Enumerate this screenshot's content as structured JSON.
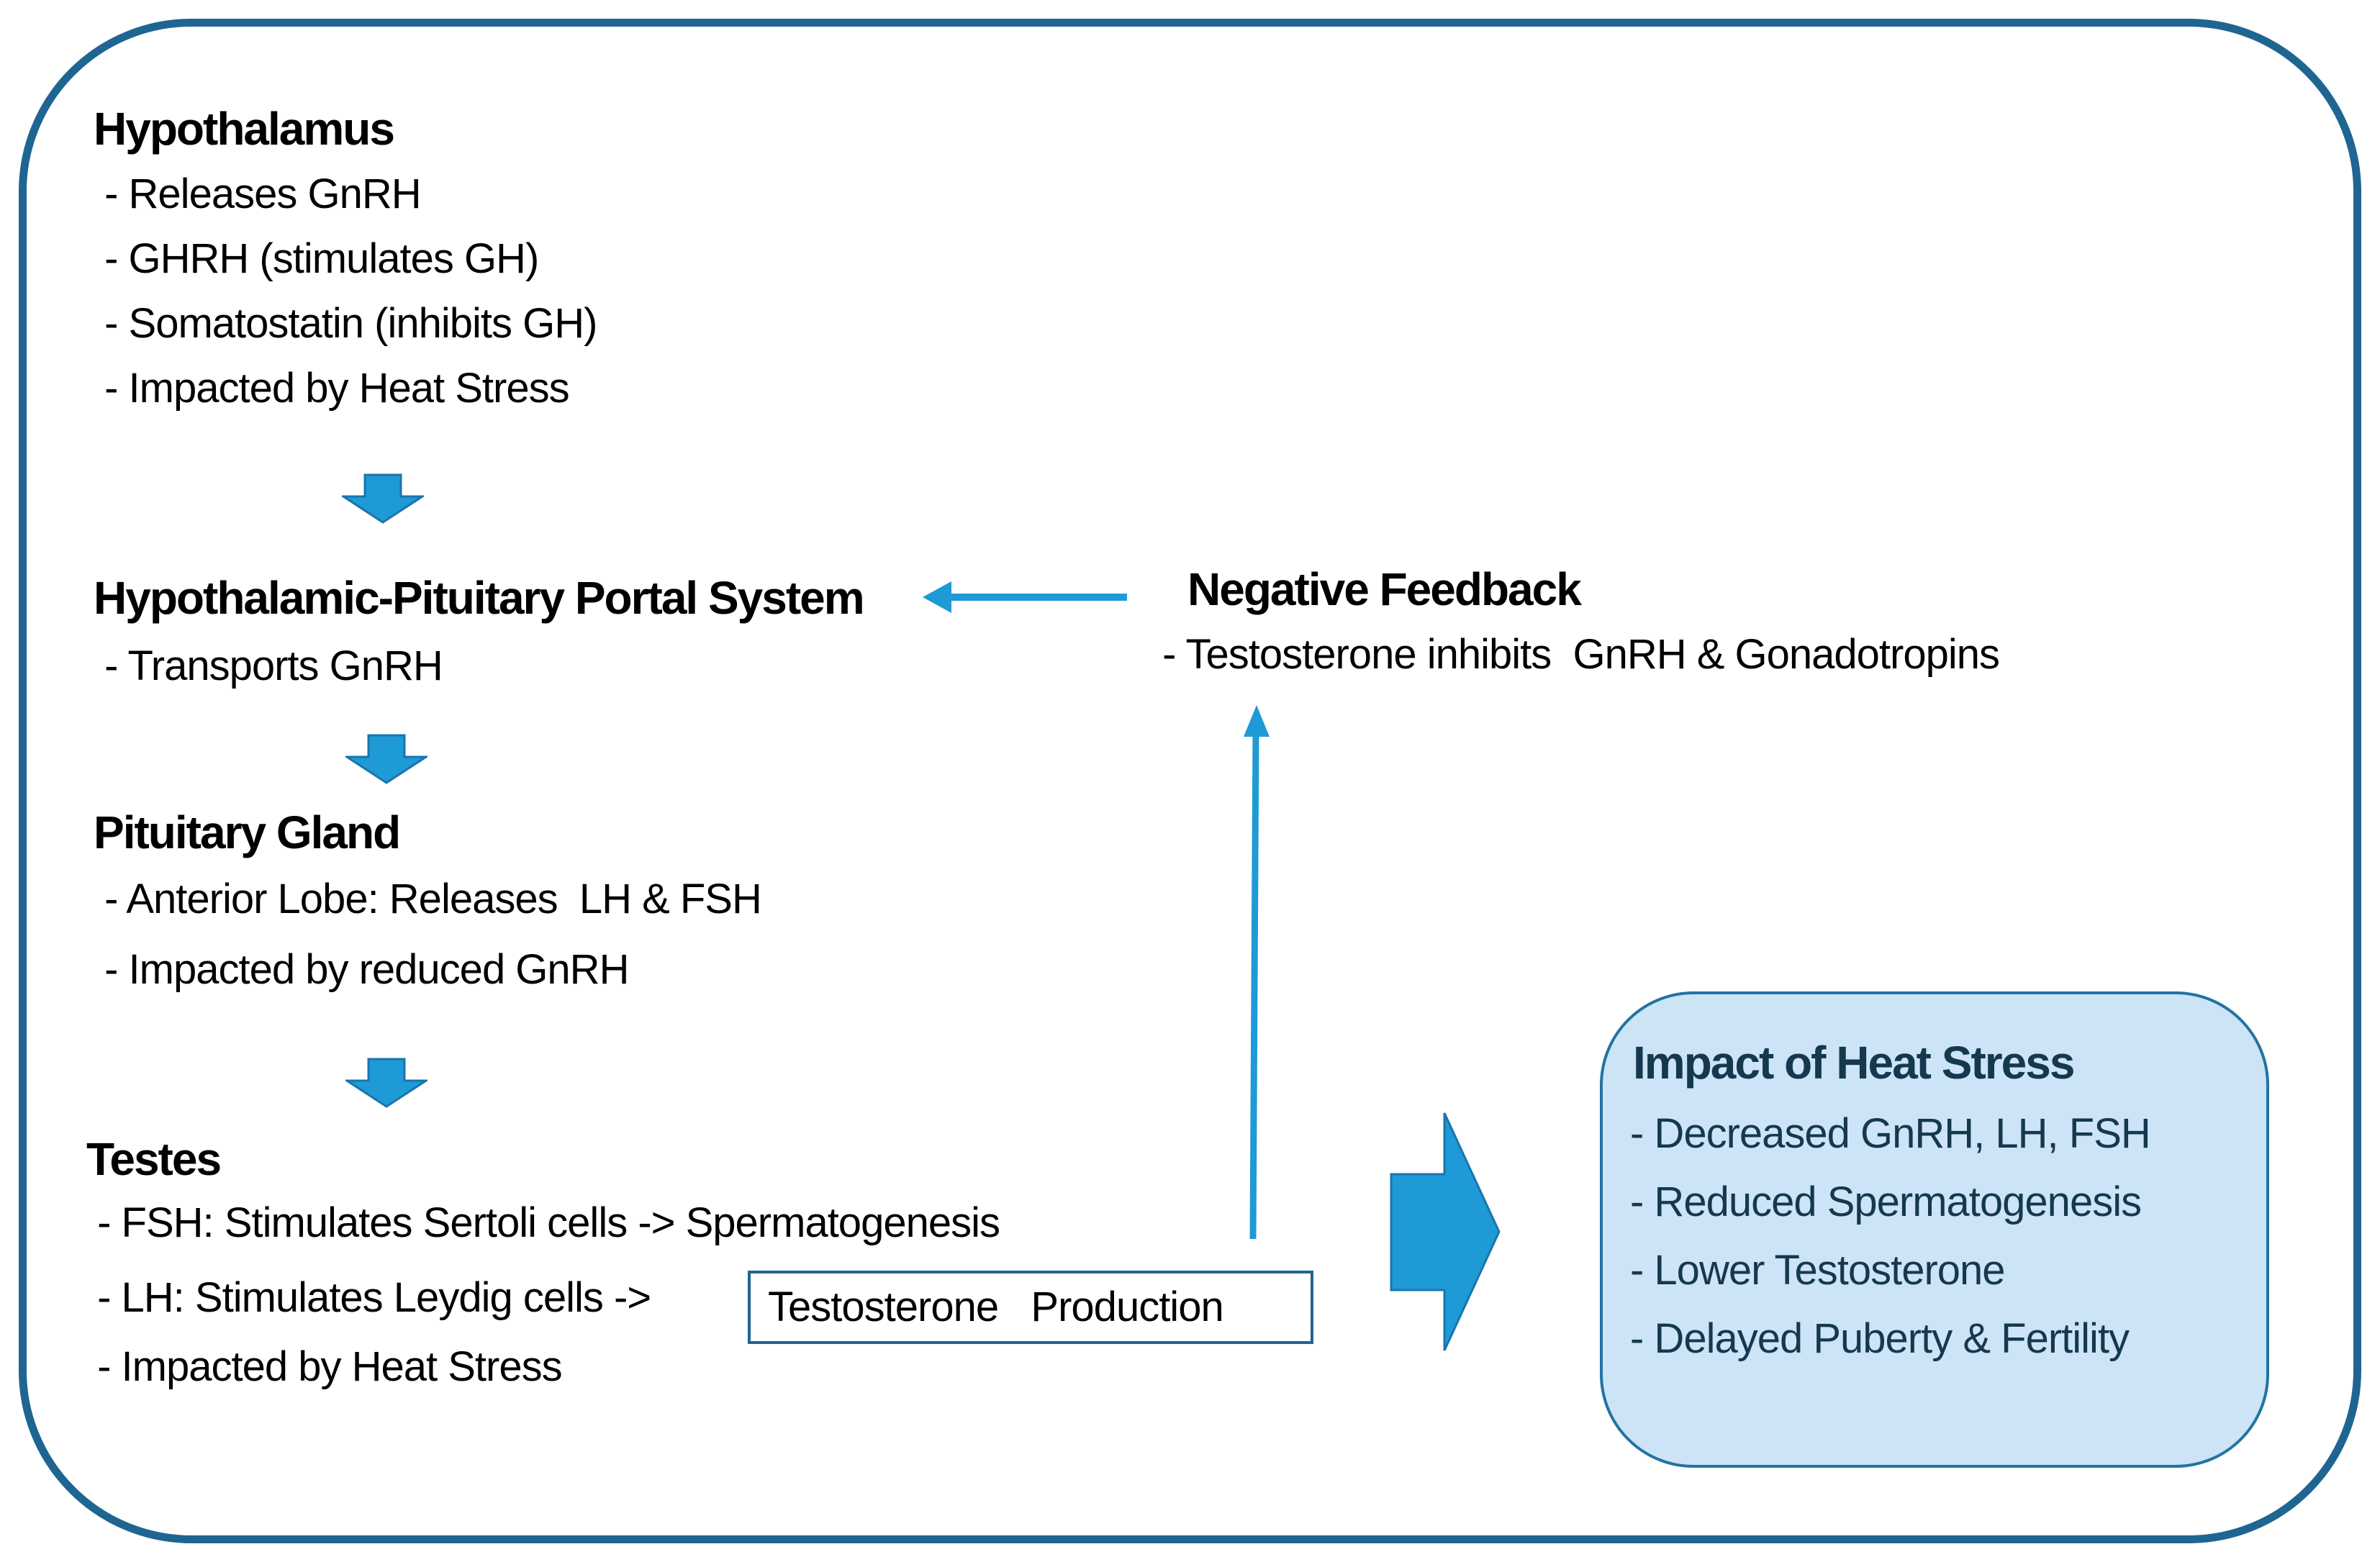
{
  "colors": {
    "arrow-blue": "#1E9AD6",
    "arrow-edge": "#1B74AC",
    "frame-border": "#1F6592",
    "impact-fill": "#CCE4F6",
    "impact-border": "#2273A2",
    "impact-text": "#16384E",
    "text-black": "#000000"
  },
  "sections": {
    "hypothalamus": {
      "title": "Hypothalamus",
      "items": [
        " - Releases GnRH",
        " - GHRH (stimulates GH)",
        " - Somatostatin (inhibits GH)",
        " - Impacted by Heat Stress"
      ]
    },
    "portal": {
      "title": "Hypothalamic-Pituitary Portal System",
      "items": [
        " - Transports GnRH"
      ]
    },
    "pituitary": {
      "title": "Pituitary Gland",
      "items": [
        " - Anterior Lobe: Releases  LH & FSH",
        " - Impacted by reduced GnRH"
      ]
    },
    "testes": {
      "title": "Testes",
      "fsh_line": " - FSH: Stimulates Sertoli cells -> Spermatogenesis",
      "lh_line": " - LH: Stimulates Leydig cells ->",
      "testosterone_box": "Testosterone   Production",
      "impact_line": " - Impacted by Heat Stress"
    },
    "negative_feedback": {
      "title": "Negative Feedback",
      "items": [
        " - Testosterone inhibits  GnRH & Gonadotropins"
      ]
    },
    "impact": {
      "title": "Impact of Heat Stress",
      "items": [
        "- Decreased GnRH, LH, FSH",
        "- Reduced Spermatogenesis",
        "- Lower Testosterone",
        "- Delayed Puberty & Fertility"
      ]
    }
  }
}
